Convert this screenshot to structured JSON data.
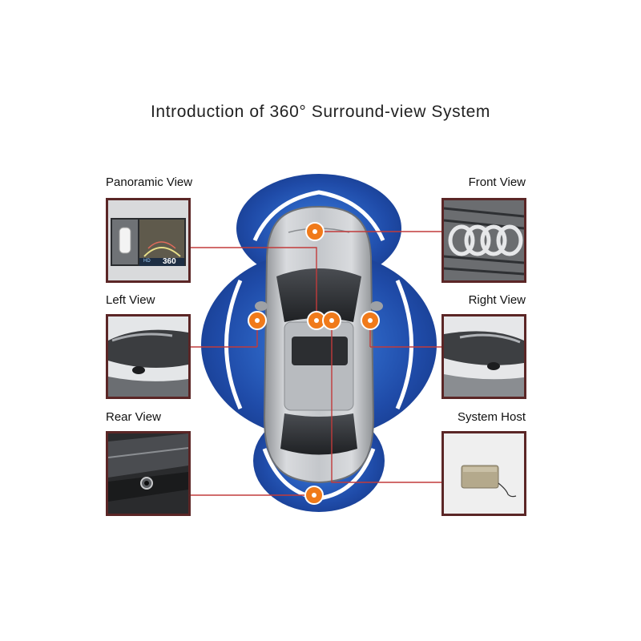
{
  "title": "Introduction of 360° Surround-view System",
  "labels": {
    "panoramic": "Panoramic View",
    "front": "Front View",
    "left": "Left View",
    "right": "Right View",
    "rear": "Rear View",
    "host": "System Host"
  },
  "panoramic_screen": {
    "badge_text": "360",
    "hd_text": "HD"
  },
  "colors": {
    "blue_field": "#1f4ba8",
    "blue_light": "#2f6fd6",
    "frame_border": "#5b2626",
    "connector_line": "#c23b3b",
    "camera_dot": "#f07a1a",
    "car_body": "#b9bcc0"
  },
  "cameras": [
    "front-camera",
    "left-camera",
    "center-camera-a",
    "center-camera-b",
    "right-camera",
    "rear-camera"
  ]
}
